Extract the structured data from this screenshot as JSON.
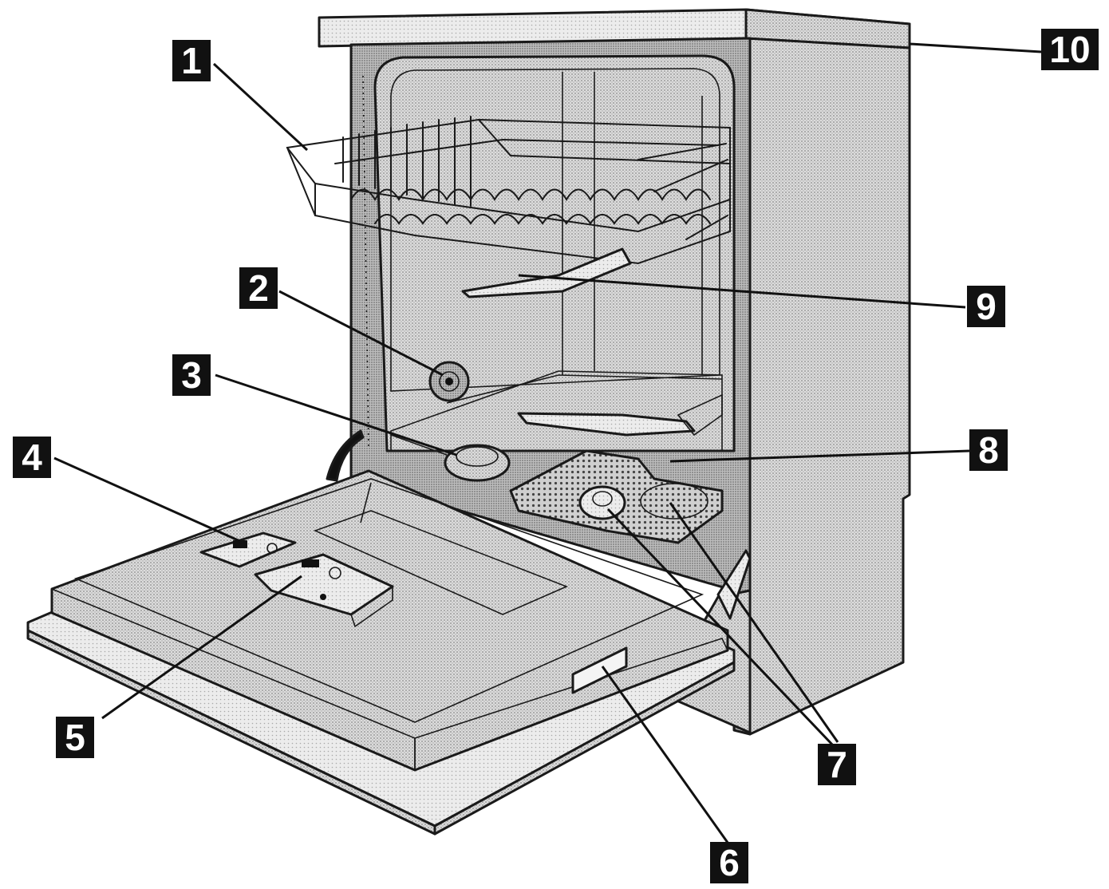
{
  "callouts": [
    {
      "id": "1",
      "label": "1"
    },
    {
      "id": "2",
      "label": "2"
    },
    {
      "id": "3",
      "label": "3"
    },
    {
      "id": "4",
      "label": "4"
    },
    {
      "id": "5",
      "label": "5"
    },
    {
      "id": "6",
      "label": "6"
    },
    {
      "id": "7",
      "label": "7"
    },
    {
      "id": "8",
      "label": "8"
    },
    {
      "id": "9",
      "label": "9"
    },
    {
      "id": "10",
      "label": "10"
    }
  ],
  "colors": {
    "ink": "#111111",
    "cabinet_stipple": "#c9c9c9",
    "interior_stipple": "#d6d6d6",
    "door_stipple": "#cfcfcf",
    "panel_light": "#e2e2e2",
    "highlight": "#f4f4f4"
  }
}
